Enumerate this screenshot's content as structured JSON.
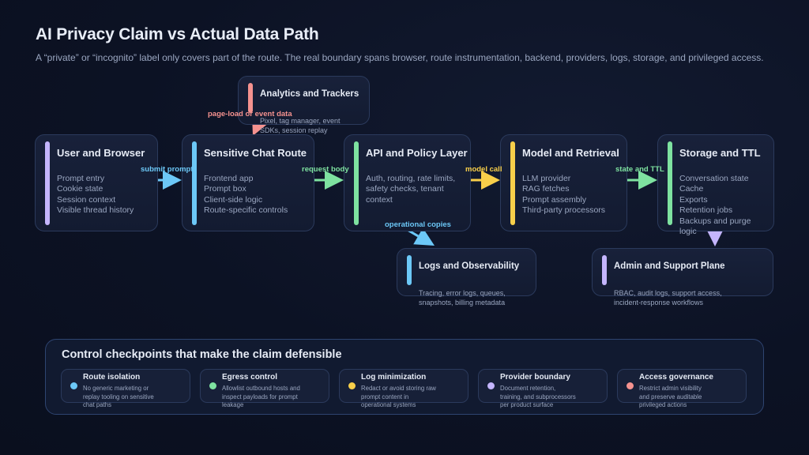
{
  "header": {
    "title": "AI Privacy Claim vs Actual Data Path",
    "subtitle": "A “private” or “incognito” label only covers part of the route. The real boundary spans browser, route instrumentation, backend, providers, logs, storage, and privileged access."
  },
  "colors": {
    "purple": "#c4b5fd",
    "blue": "#6cc8f7",
    "green": "#7ee2a0",
    "yellow": "#f8cf4a",
    "red": "#f5928f"
  },
  "nodes": {
    "user": {
      "title": "User and Browser",
      "lines": [
        "Prompt entry",
        "Cookie state",
        "Session context",
        "Visible thread history"
      ],
      "color": "#c4b5fd"
    },
    "route": {
      "title": "Sensitive Chat Route",
      "lines": [
        "Frontend app",
        "Prompt box",
        "Client-side logic",
        "Route-specific controls"
      ],
      "color": "#6cc8f7"
    },
    "api": {
      "title": "API and Policy Layer",
      "lines": [
        "Auth, routing, rate limits,",
        "safety checks, tenant",
        "context"
      ],
      "color": "#7ee2a0"
    },
    "model": {
      "title": "Model and Retrieval",
      "lines": [
        "LLM provider",
        "RAG fetches",
        "Prompt assembly",
        "Third-party processors"
      ],
      "color": "#f8cf4a"
    },
    "storage": {
      "title": "Storage and TTL",
      "lines": [
        "Conversation state",
        "Cache",
        "Exports",
        "Retention jobs",
        "Backups and purge",
        "logic"
      ],
      "color": "#7ee2a0"
    },
    "analytics": {
      "title": "Analytics and Trackers",
      "lines": [
        "Pixel, tag manager, event",
        "SDKs, session replay"
      ],
      "color": "#f5928f"
    },
    "logs": {
      "title": "Logs and Observability",
      "lines": [
        "Tracing, error logs, queues,",
        "snapshots, billing metadata"
      ],
      "color": "#6cc8f7"
    },
    "admin": {
      "title": "Admin and Support Plane",
      "lines": [
        "RBAC, audit logs, support access,",
        "incident-response workflows"
      ],
      "color": "#c4b5fd"
    }
  },
  "edges": {
    "submit": {
      "label": "submit prompt",
      "color": "#6cc8f7"
    },
    "request": {
      "label": "request body",
      "color": "#7ee2a0"
    },
    "model": {
      "label": "model call",
      "color": "#f8cf4a"
    },
    "state": {
      "label": "state and TTL",
      "color": "#7ee2a0"
    },
    "pageload": {
      "label": "page-load or event data",
      "color": "#f5928f"
    },
    "opcopies": {
      "label": "operational copies",
      "color": "#6cc8f7"
    },
    "admin": {
      "label": "",
      "color": "#c4b5fd"
    }
  },
  "checkpoints": {
    "title": "Control checkpoints that make the claim defensible",
    "items": [
      {
        "title": "Route isolation",
        "lines": [
          "No generic marketing or",
          "replay tooling on sensitive",
          "chat paths"
        ],
        "color": "#6cc8f7"
      },
      {
        "title": "Egress control",
        "lines": [
          "Allowlist outbound hosts and",
          "inspect payloads for prompt",
          "leakage"
        ],
        "color": "#7ee2a0"
      },
      {
        "title": "Log minimization",
        "lines": [
          "Redact or avoid storing raw",
          "prompt content in",
          "operational systems"
        ],
        "color": "#f8cf4a"
      },
      {
        "title": "Provider boundary",
        "lines": [
          "Document retention,",
          "training, and subprocessors",
          "per product surface"
        ],
        "color": "#c4b5fd"
      },
      {
        "title": "Access governance",
        "lines": [
          "Restrict admin visibility",
          "and preserve auditable",
          "privileged actions"
        ],
        "color": "#f5928f"
      }
    ]
  }
}
